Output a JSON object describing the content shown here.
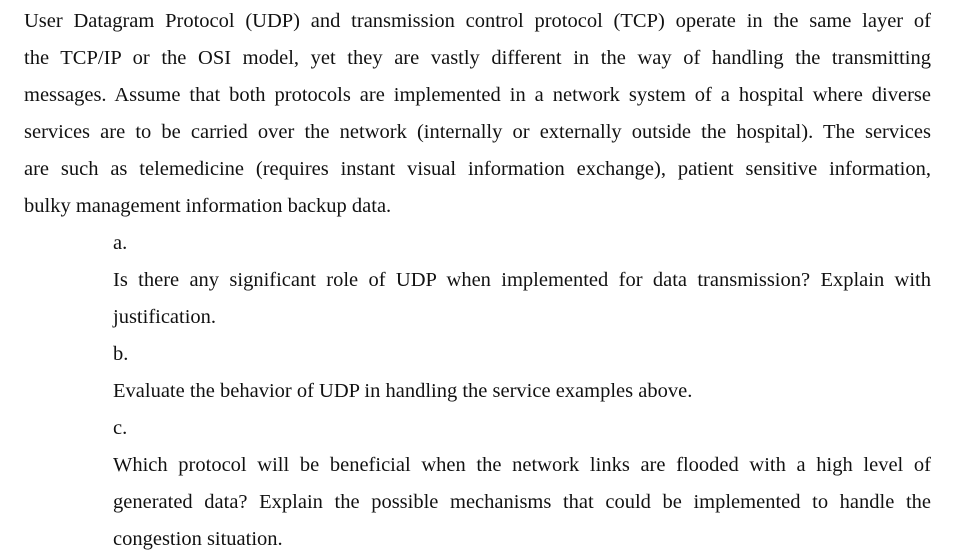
{
  "document": {
    "paragraph_lines": [
      "User Datagram Protocol (UDP) and transmission control protocol (TCP) operate in the same layer of",
      "the TCP/IP or the OSI model, yet they are vastly different in the way of handling the transmitting",
      "messages. Assume that both protocols are implemented in a network system of a hospital where diverse",
      "services are to be carried over the network (internally or externally outside the hospital). The services",
      "are such as telemedicine (requires instant visual information exchange), patient sensitive information,",
      "bulky management information backup data."
    ],
    "paragraph_text": "User Datagram Protocol (UDP) and transmission control protocol (TCP) operate in the same layer of the TCP/IP or the OSI model, yet they are vastly different in the way of handling the transmitting messages. Assume that both protocols are implemented in a network system of a hospital where diverse services are to be carried over the network (internally or externally outside the hospital). The services are such as telemedicine (requires instant visual information exchange), patient sensitive information, bulky management information backup data.",
    "questions": [
      {
        "marker": "a.",
        "lines": [
          "Is there any significant role of UDP when implemented for data transmission? Explain with",
          "justification."
        ],
        "text": "Is there any significant role of UDP when implemented for data transmission? Explain with justification."
      },
      {
        "marker": "b.",
        "lines": [
          "Evaluate the behavior of UDP in handling the service examples above."
        ],
        "text": "Evaluate the behavior of UDP in handling the service examples above."
      },
      {
        "marker": "c.",
        "lines": [
          "Which protocol will be beneficial when the network links are flooded with a high level of",
          "generated data? Explain the possible mechanisms that could be implemented to handle the",
          "congestion situation."
        ],
        "text": "Which protocol will be beneficial when the network links are flooded with a high level of generated data? Explain the possible mechanisms that could be implemented to handle the congestion situation."
      }
    ]
  },
  "colors": {
    "text": "#111111",
    "background": "#ffffff"
  }
}
